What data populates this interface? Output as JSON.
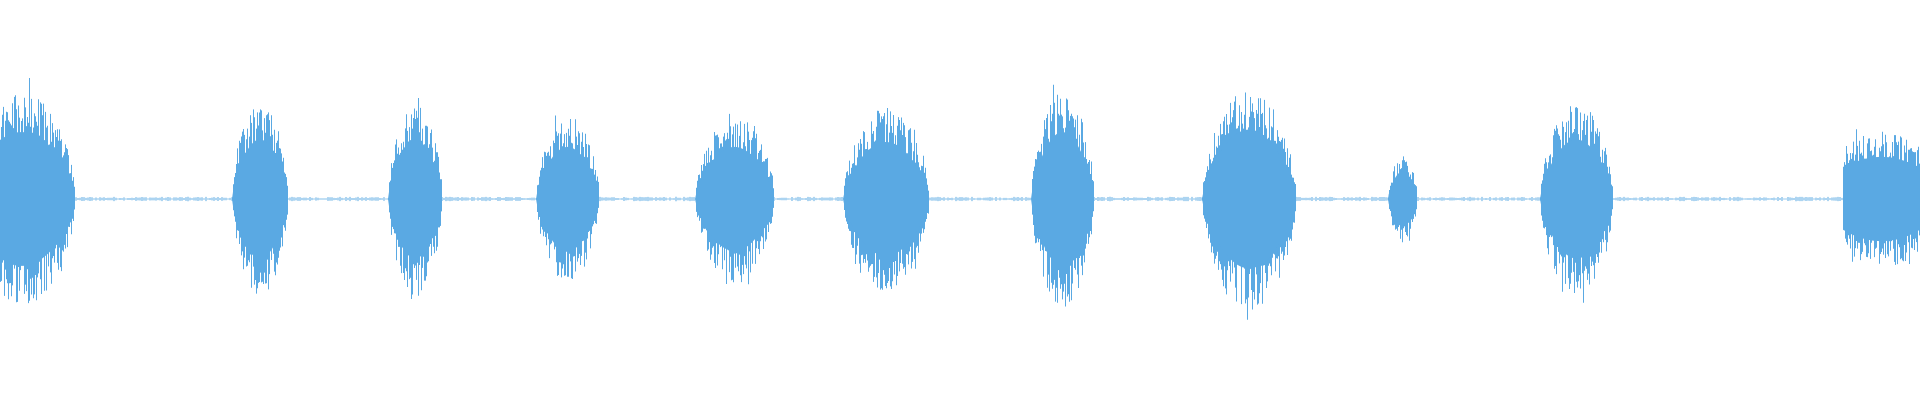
{
  "waveform": {
    "color": "#5aa9e3",
    "background": "#ffffff",
    "duration_fraction_visible": 1.0,
    "baseline_level": 0.01,
    "bursts": [
      {
        "start": 0.0,
        "end": 0.039,
        "peak": 0.27
      },
      {
        "start": 0.121,
        "end": 0.15,
        "peak": 0.24
      },
      {
        "start": 0.202,
        "end": 0.23,
        "peak": 0.24
      },
      {
        "start": 0.279,
        "end": 0.312,
        "peak": 0.21
      },
      {
        "start": 0.362,
        "end": 0.403,
        "peak": 0.21
      },
      {
        "start": 0.439,
        "end": 0.484,
        "peak": 0.23
      },
      {
        "start": 0.537,
        "end": 0.57,
        "peak": 0.27
      },
      {
        "start": 0.626,
        "end": 0.675,
        "peak": 0.28
      },
      {
        "start": 0.723,
        "end": 0.738,
        "peak": 0.11
      },
      {
        "start": 0.802,
        "end": 0.84,
        "peak": 0.24
      },
      {
        "start": 0.96,
        "end": 1.0,
        "peak": 0.17
      }
    ]
  }
}
